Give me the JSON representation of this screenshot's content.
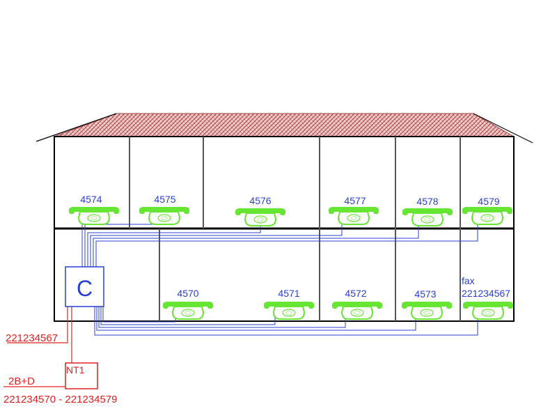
{
  "colors": {
    "wall": "#000000",
    "inner_wall": "#555555",
    "roof_fill": "#f4cccc",
    "roof_hatch": "#a04040",
    "phone": "#66e633",
    "wire_blue": "#2a3fd1",
    "text_blue": "#2a3fd1",
    "wire_red": "#e02020",
    "text_red": "#e02020"
  },
  "exchange": {
    "label": "C",
    "icon": "telephone-exchange-box"
  },
  "nt1": {
    "label": "NT1",
    "icon": "network-termination-box"
  },
  "labels": {
    "external_number": "221234567",
    "isdn_type": "2B+D",
    "msn_range": "221234570 - 221234579"
  },
  "phones_upper": [
    {
      "ext": "4574",
      "icon": "telephone-icon"
    },
    {
      "ext": "4575",
      "icon": "telephone-icon"
    },
    {
      "ext": "4576",
      "icon": "telephone-icon"
    },
    {
      "ext": "4577",
      "icon": "telephone-icon"
    },
    {
      "ext": "4578",
      "icon": "telephone-icon"
    },
    {
      "ext": "4579",
      "icon": "telephone-icon"
    }
  ],
  "phones_lower": [
    {
      "ext": "4570",
      "icon": "telephone-icon"
    },
    {
      "ext": "4571",
      "icon": "telephone-icon"
    },
    {
      "ext": "4572",
      "icon": "telephone-icon"
    },
    {
      "ext": "4573",
      "icon": "telephone-icon"
    }
  ],
  "fax": {
    "title": "fax",
    "number": "221234567",
    "icon": "fax-telephone-icon"
  }
}
